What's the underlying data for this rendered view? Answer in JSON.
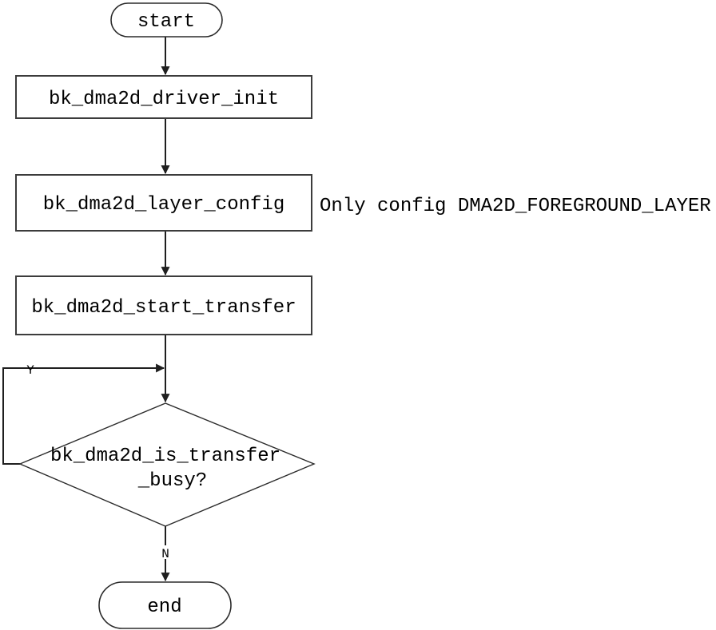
{
  "colors": {
    "line": "#1f1f1f",
    "process_border": "#3c3c3c",
    "terminator_border": "#2b2b2b",
    "decision_border": "#2b2b2b",
    "text": "#000000",
    "background": "#ffffff"
  },
  "flowchart": {
    "nodes": {
      "start": {
        "type": "terminator",
        "label": "start"
      },
      "driver_init": {
        "type": "process",
        "label": "bk_dma2d_driver_init"
      },
      "layer_config": {
        "type": "process",
        "label": "bk_dma2d_layer_config"
      },
      "start_transfer": {
        "type": "process",
        "label": "bk_dma2d_start_transfer"
      },
      "is_transfer_busy": {
        "type": "decision",
        "label_line1": "bk_dma2d_is_transfer",
        "label_line2": "_busy?"
      },
      "end": {
        "type": "terminator",
        "label": "end"
      }
    },
    "note": {
      "text": "Only config DMA2D_FOREGROUND_LAYER"
    },
    "branch_labels": {
      "yes": "Y",
      "no": "N"
    }
  }
}
